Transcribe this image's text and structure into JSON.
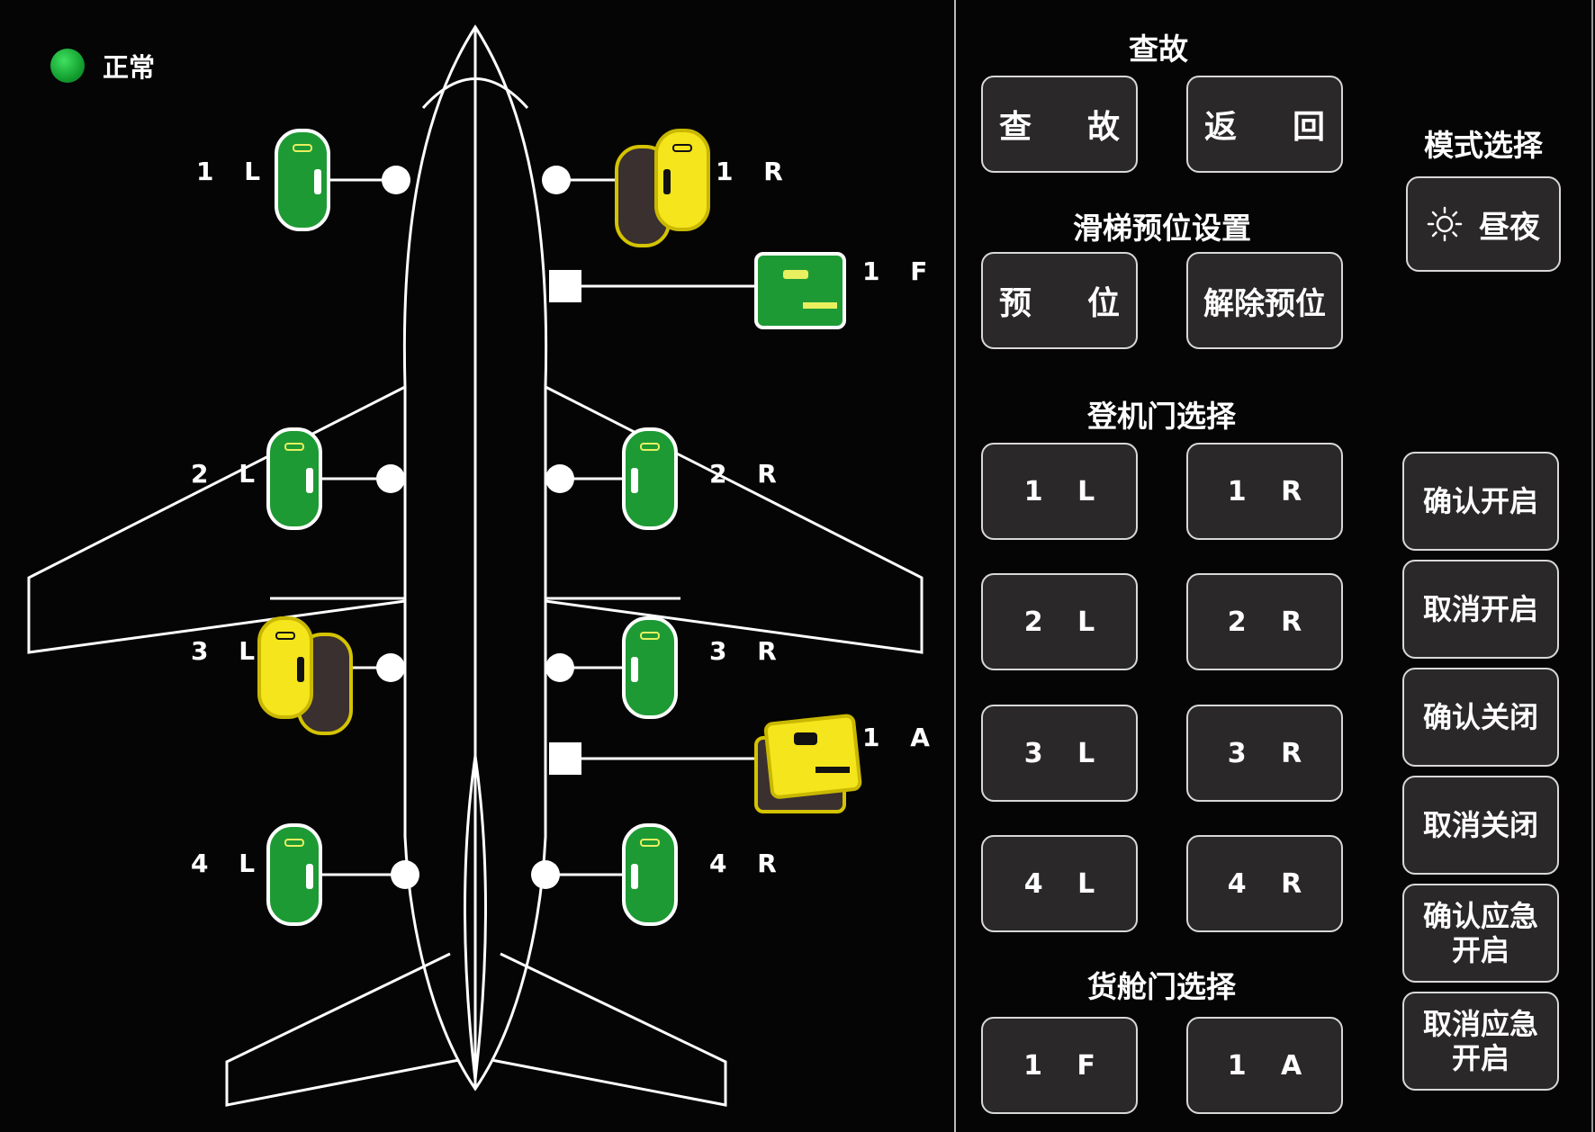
{
  "legend": {
    "label": "正常",
    "color": "#1fa83a"
  },
  "doors": [
    {
      "id": "1L",
      "label": "1 L",
      "status": "normal",
      "type": "pax"
    },
    {
      "id": "1R",
      "label": "1 R",
      "status": "warning",
      "type": "pax"
    },
    {
      "id": "1F",
      "label": "1 F",
      "status": "normal",
      "type": "cargo"
    },
    {
      "id": "2L",
      "label": "2 L",
      "status": "normal",
      "type": "pax"
    },
    {
      "id": "2R",
      "label": "2 R",
      "status": "normal",
      "type": "pax"
    },
    {
      "id": "3L",
      "label": "3 L",
      "status": "warning",
      "type": "pax"
    },
    {
      "id": "3R",
      "label": "3 R",
      "status": "normal",
      "type": "pax"
    },
    {
      "id": "1A",
      "label": "1 A",
      "status": "warning",
      "type": "cargo"
    },
    {
      "id": "4L",
      "label": "4 L",
      "status": "normal",
      "type": "pax"
    },
    {
      "id": "4R",
      "label": "4 R",
      "status": "normal",
      "type": "pax"
    }
  ],
  "colors": {
    "normal": "#1e9a34",
    "warning": "#f4e51c",
    "outline": "#ffffff",
    "button_bg": "#2a2828"
  },
  "fault": {
    "title": "查故",
    "check": [
      "查",
      "故"
    ],
    "back": [
      "返",
      "回"
    ]
  },
  "slide": {
    "title": "滑梯预位设置",
    "arm": [
      "预",
      "位"
    ],
    "disarm": "解除预位"
  },
  "mode": {
    "title": "模式选择",
    "day_night": "昼夜",
    "icon": "sun-icon"
  },
  "boarding": {
    "title": "登机门选择",
    "doors": [
      "1 L",
      "1 R",
      "2 L",
      "2 R",
      "3 L",
      "3 R",
      "4 L",
      "4 R"
    ]
  },
  "cargo": {
    "title": "货舱门选择",
    "doors": [
      "1 F",
      "1 A"
    ]
  },
  "commands": {
    "confirm_open": "确认开启",
    "cancel_open": "取消开启",
    "confirm_close": "确认关闭",
    "cancel_close": "取消关闭",
    "confirm_emergency": [
      "确认应急",
      "开启"
    ],
    "cancel_emergency": [
      "取消应急",
      "开启"
    ]
  }
}
